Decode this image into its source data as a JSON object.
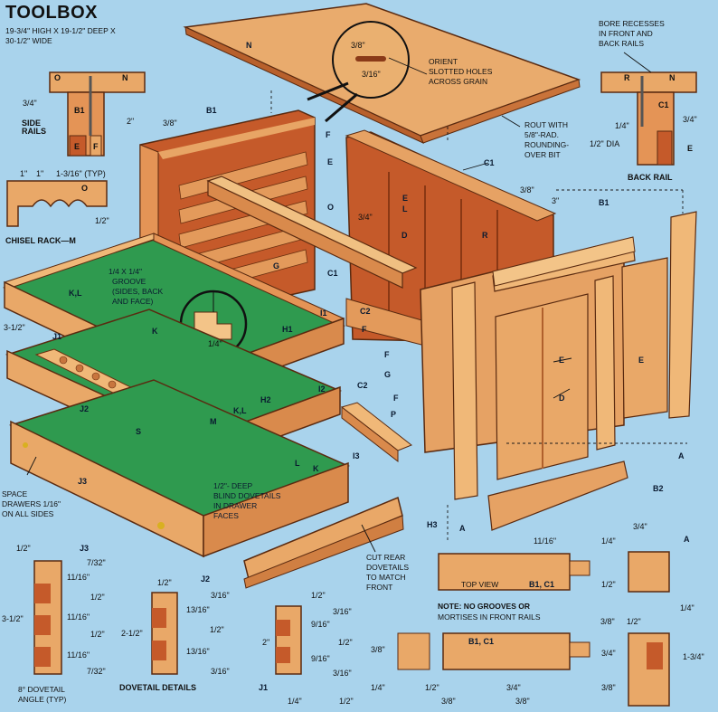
{
  "header": {
    "title": "TOOLBOX",
    "dims_line1": "19-3/4\" HIGH X 19-1/2\" DEEP X",
    "dims_line2": "30-1/2\" WIDE"
  },
  "callouts": {
    "side_rails": "SIDE RAILS",
    "chisel_rack": "CHISEL RACK—M",
    "back_rail": "BACK RAIL",
    "bore_recesses": [
      "BORE RECESSES",
      "IN FRONT AND",
      "BACK RAILS"
    ],
    "orient_holes": [
      "ORIENT",
      "SLOTTED HOLES",
      "ACROSS GRAIN"
    ],
    "rout_with": [
      "ROUT WITH",
      "5/8\"-RAD.",
      "ROUNDING-",
      "OVER BIT"
    ],
    "groove": [
      "1/4 X 1/4\"",
      "GROOVE",
      "(SIDES, BACK",
      "AND FACE)"
    ],
    "blind_dovetails": [
      "1/2\"- DEEP",
      "BLIND DOVETAILS",
      "IN DRAWER",
      "FACES"
    ],
    "space_drawers": [
      "SPACE",
      "DRAWERS 1/16\"",
      "ON ALL SIDES"
    ],
    "cut_rear": [
      "CUT REAR",
      "DOVETAILS",
      "TO MATCH",
      "FRONT"
    ],
    "top_view": "TOP VIEW",
    "note": [
      "NOTE: NO GROOVES OR",
      "MORTISES IN FRONT RAILS"
    ],
    "dovetail_angle": [
      "8° DOVETAIL",
      "ANGLE (TYP)"
    ],
    "dovetail_details": "DOVETAIL DETAILS"
  },
  "parts": {
    "N": "N",
    "O": "O",
    "B1": "B1",
    "C1": "C1",
    "E": "E",
    "F": "F",
    "R": "R",
    "G": "G",
    "D": "D",
    "A": "A",
    "B2": "B2",
    "C2": "C2",
    "P": "P",
    "J1": "J1",
    "J2": "J2",
    "J3": "J3",
    "H1": "H1",
    "H2": "H2",
    "H3": "H3",
    "K": "K",
    "L": "L",
    "KL": "K,L",
    "M": "M",
    "S": "S",
    "I1": "I1",
    "I2": "I2",
    "I3": "I3",
    "B1C1": "B1, C1"
  },
  "dims": {
    "d_3_4": "3/4\"",
    "d_2": "2\"",
    "d_3_8": "3/8\"",
    "d_3_16": "3/16\"",
    "d_1": "1\"",
    "d_1_3_16_typ": "1-3/16\" (TYP)",
    "d_1_2": "1/2\"",
    "d_1_4": "1/4\"",
    "d_1_2_dia": "1/2\" DIA",
    "d_3": "3\"",
    "d_3_1_2": "3-1/2\"",
    "d_2_1_2": "2-1/2\"",
    "d_7_32": "7/32\"",
    "d_11_16": "11/16\"",
    "d_13_16": "13/16\"",
    "d_9_16": "9/16\"",
    "d_1_3_4": "1-3/4\"",
    "d_2in": "2\""
  },
  "colors": {
    "background": "#a9d3ec",
    "wood_light": "#e8a868",
    "wood_mid": "#d98a4c",
    "wood_dark": "#b4562a",
    "felt": "#2f9a4f",
    "line": "#1a1a1a"
  }
}
